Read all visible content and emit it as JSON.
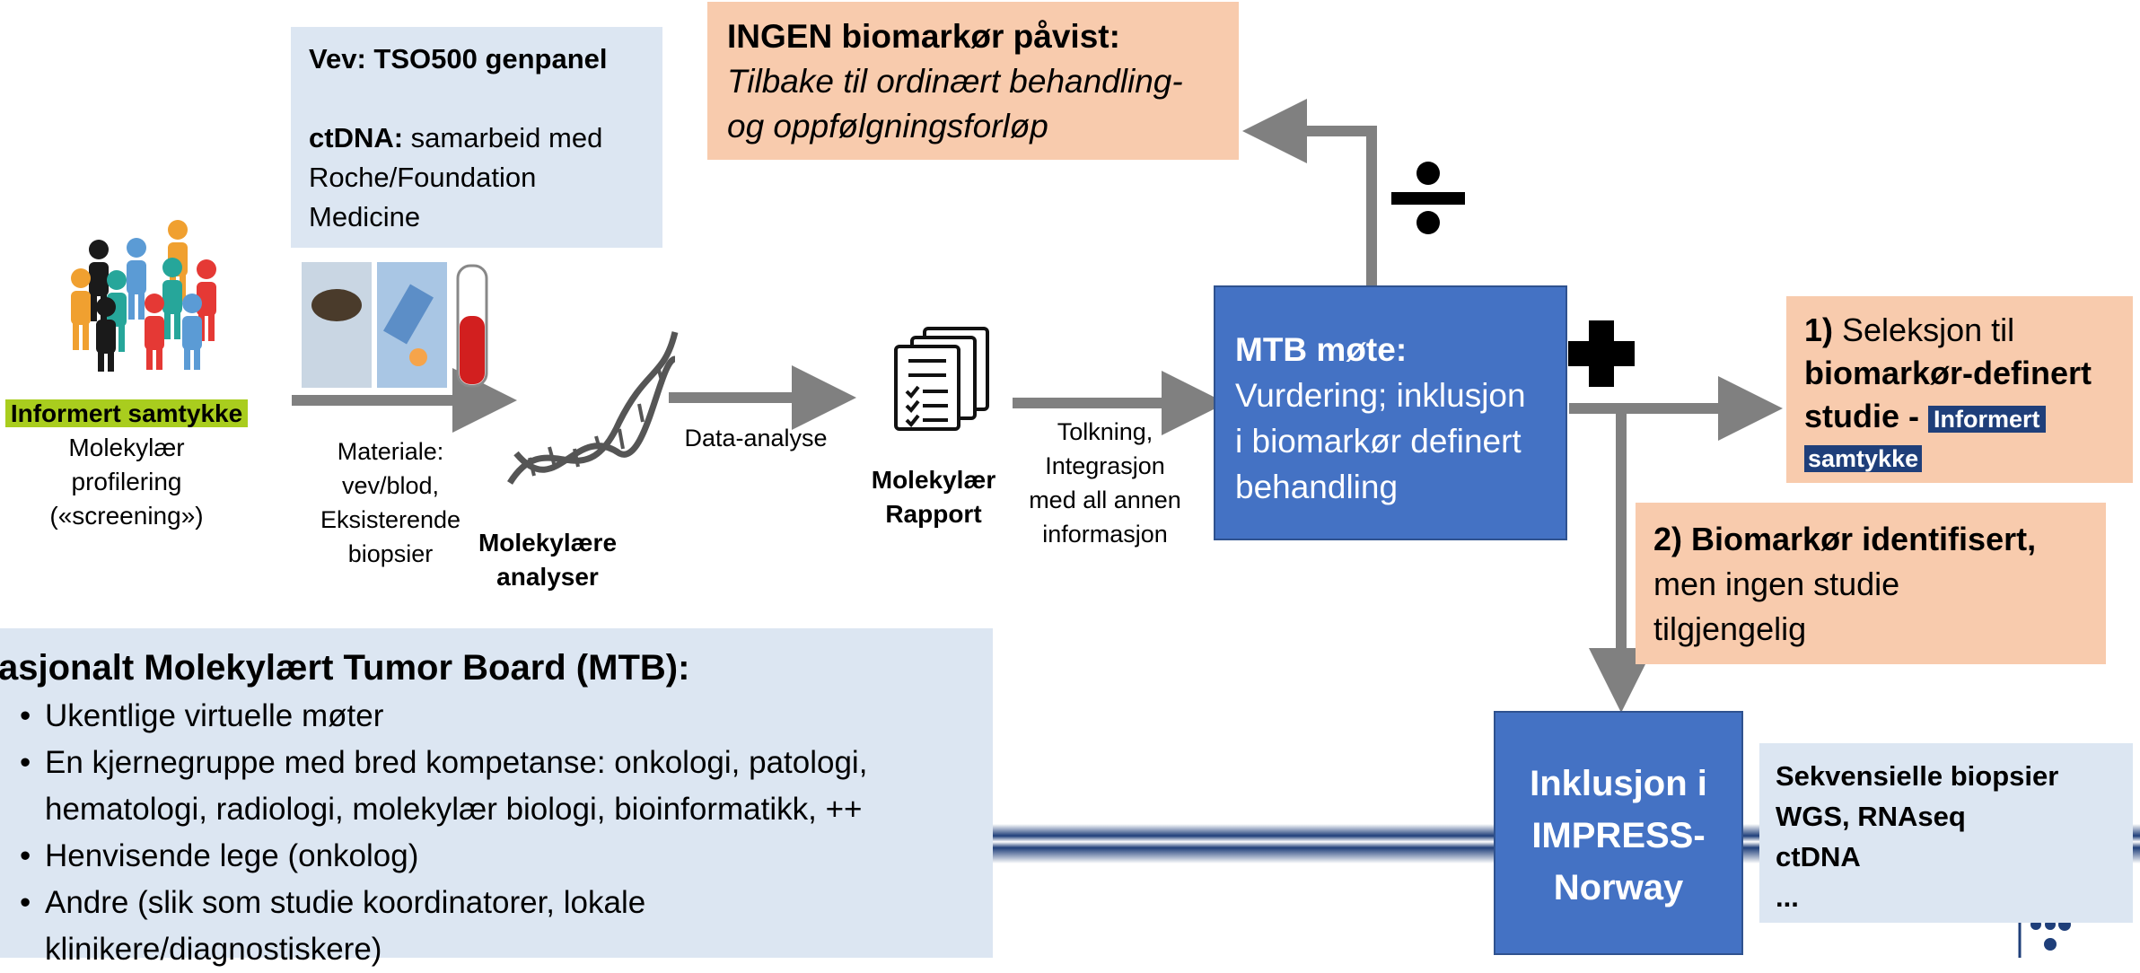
{
  "colors": {
    "light_blue_box": "#dce6f2",
    "peach_box": "#f8cbad",
    "mtb_blue": "#4472c4",
    "arrow_gray": "#808080",
    "navy_highlight": "#1f3f7a",
    "green_highlight": "#a9cd1e"
  },
  "icons": [
    "people-group-icon",
    "tissue-photo-icon",
    "blood-tube-icon",
    "dna-helix-icon",
    "report-documents-icon",
    "divide-sign-icon",
    "plus-sign-icon",
    "logo-dots-icon"
  ],
  "vev_box": {
    "line1_bold": "Vev: TSO500 genpanel",
    "line2_bold": "ctDNA:",
    "line2_rest": " samarbeid med",
    "line3": "Roche/Foundation",
    "line4": "Medicine"
  },
  "ingen_box": {
    "title": "INGEN biomarkør påvist:",
    "line1": "Tilbake til ordinært behandling-",
    "line2": "og oppfølgningsforløp"
  },
  "consent_left": {
    "highlight": "Informert samtykke",
    "line1": "Molekylær",
    "line2": "profilering",
    "line3": "(«screening»)"
  },
  "materiale": {
    "line1": "Materiale:",
    "line2": "vev/blod,",
    "line3": "Eksisterende",
    "line4": "biopsier"
  },
  "molecular_analyses": {
    "line1": "Molekylære",
    "line2": "analyser"
  },
  "data_analyse": "Data-analyse",
  "report_label": {
    "line1": "Molekylær",
    "line2": "Rapport"
  },
  "tolkning": {
    "line1": "Tolkning,",
    "line2": "Integrasjon",
    "line3": "med all annen",
    "line4": "informasjon"
  },
  "mtb_box": {
    "title": "MTB møte:",
    "line1": "Vurdering; inklusjon",
    "line2": "i biomarkør definert",
    "line3": "behandling"
  },
  "option1": {
    "num": "1)",
    "text1": " Seleksjon til",
    "bold2": "biomarkør-definert",
    "bold3": "studie",
    "dash": " - ",
    "hl1": "Informert",
    "hl2": "samtykke"
  },
  "option2": {
    "bold": "2) Biomarkør identifisert,",
    "line2": "men ingen studie",
    "line3": "tilgjengelig"
  },
  "impress_box": {
    "line1": "Inklusjon i",
    "line2": "IMPRESS-",
    "line3": "Norway"
  },
  "sequential_box": {
    "line1": "Sekvensielle biopsier",
    "line2": "WGS, RNAseq",
    "line3": "ctDNA",
    "line4": "..."
  },
  "mtb_info": {
    "title": "asjonalt Molekylært Tumor Board (MTB):",
    "bullets": [
      "Ukentlige virtuelle møter",
      "En kjernegruppe med bred kompetanse: onkologi, patologi,",
      "hematologi, radiologi, molekylær biologi, bioinformatikk, ++",
      "Henvisende lege (onkolog)",
      "Andre (slik som studie koordinatorer, lokale",
      "klinikere/diagnostiskere)"
    ]
  }
}
